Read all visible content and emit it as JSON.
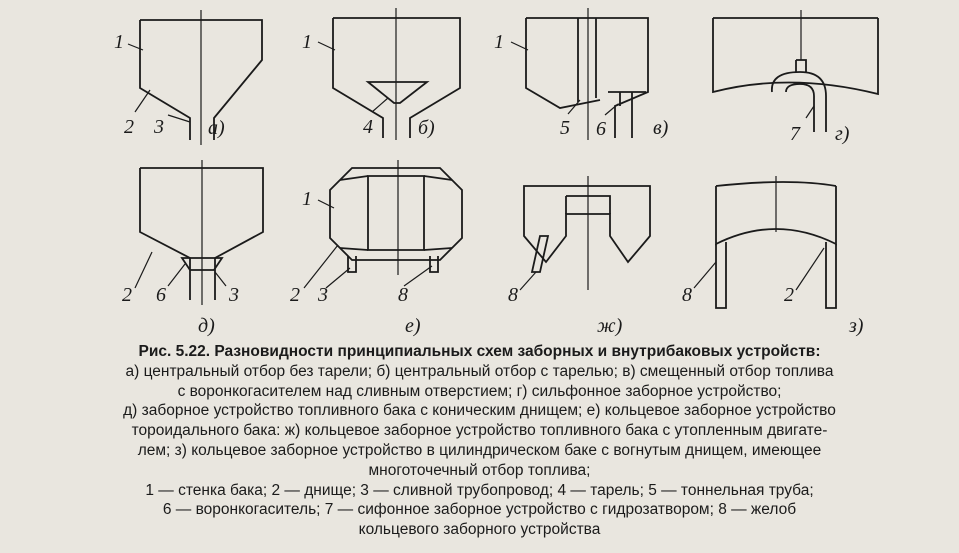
{
  "figure": {
    "subfigures": [
      {
        "id": "a",
        "letter": "а)",
        "labels": [
          "1",
          "2",
          "3"
        ]
      },
      {
        "id": "b",
        "letter": "б)",
        "labels": [
          "1",
          "4"
        ]
      },
      {
        "id": "v",
        "letter": "в)",
        "labels": [
          "1",
          "5",
          "6"
        ]
      },
      {
        "id": "g",
        "letter": "г)",
        "labels": [
          "7"
        ]
      },
      {
        "id": "d",
        "letter": "д)",
        "labels": [
          "2",
          "6",
          "3"
        ]
      },
      {
        "id": "e",
        "letter": "е)",
        "labels": [
          "1",
          "2",
          "3",
          "8"
        ]
      },
      {
        "id": "zh",
        "letter": "ж)",
        "labels": [
          "8"
        ]
      },
      {
        "id": "z",
        "letter": "з)",
        "labels": [
          "8",
          "2"
        ]
      }
    ]
  },
  "caption": {
    "label": "Рис. 5.22.",
    "title": "Разновидности принципиальных схем заборных и внутрибаковых устройств:",
    "lines": [
      "а) центральный отбор без тарели; б) центральный отбор с тарелью; в) смещенный отбор топлива",
      "с воронкогасителем над сливным отверстием; г) сильфонное заборное устройство;",
      "д) заборное устройство топливного бака с коническим днищем; е) кольцевое заборное устройство",
      "тороидального бака: ж) кольцевое заборное устройство топливного бака с утопленным двигате-",
      "лем; з) кольцевое заборное устройство в цилиндрическом баке с вогнутым днищем, имеющее",
      "многоточечный отбор топлива;",
      "1 — стенка бака; 2 — днище; 3 — сливной трубопровод; 4 — тарель; 5 — тоннельная труба;",
      "6 — воронкогаситель; 7 — сифонное заборное устройство с гидрозатвором; 8 — желоб",
      "кольцевого заборного устройства"
    ]
  }
}
